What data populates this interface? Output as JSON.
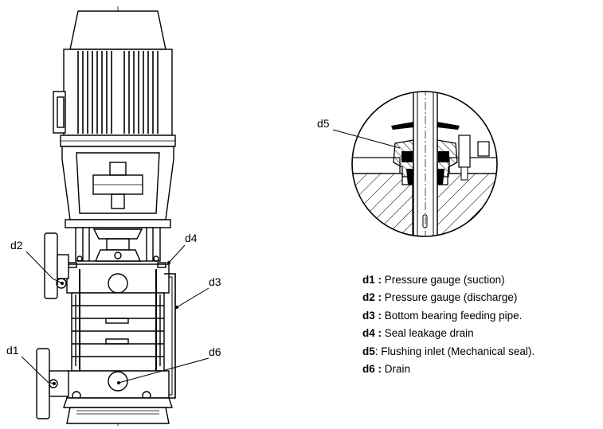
{
  "callouts": {
    "d1": "d1",
    "d2": "d2",
    "d3": "d3",
    "d4": "d4",
    "d5": "d5",
    "d6": "d6"
  },
  "legend": [
    {
      "key": "d1",
      "sep": " : ",
      "text": "Pressure gauge (suction)"
    },
    {
      "key": "d2",
      "sep": " : ",
      "text": "Pressure gauge (discharge)"
    },
    {
      "key": "d3",
      "sep": " : ",
      "text": "Bottom bearing feeding pipe."
    },
    {
      "key": "d4",
      "sep": " : ",
      "text": "Seal leakage drain"
    },
    {
      "key": "d5",
      "sep": ": ",
      "text": "Flushing inlet (Mechanical seal)."
    },
    {
      "key": "d6",
      "sep": " : ",
      "text": "Drain"
    }
  ]
}
